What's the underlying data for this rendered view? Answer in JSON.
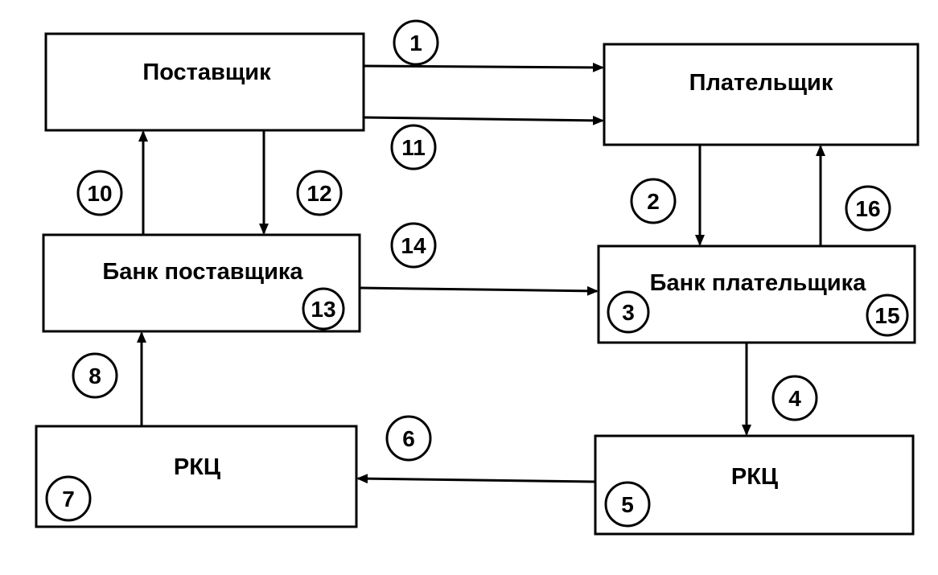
{
  "nodes": {
    "supplier": "Поставщик",
    "payer": "Плательщик",
    "supplier_bank": "Банк поставщика",
    "payer_bank": "Банк плательщика",
    "rkc_left": "РКЦ",
    "rkc_right": "РКЦ"
  },
  "steps": {
    "s1": "1",
    "s2": "2",
    "s3": "3",
    "s4": "4",
    "s5": "5",
    "s6": "6",
    "s7": "7",
    "s8": "8",
    "s10": "10",
    "s11": "11",
    "s12": "12",
    "s13": "13",
    "s14": "14",
    "s15": "15",
    "s16": "16"
  },
  "colors": {
    "line": "#000000",
    "background": "#ffffff"
  }
}
